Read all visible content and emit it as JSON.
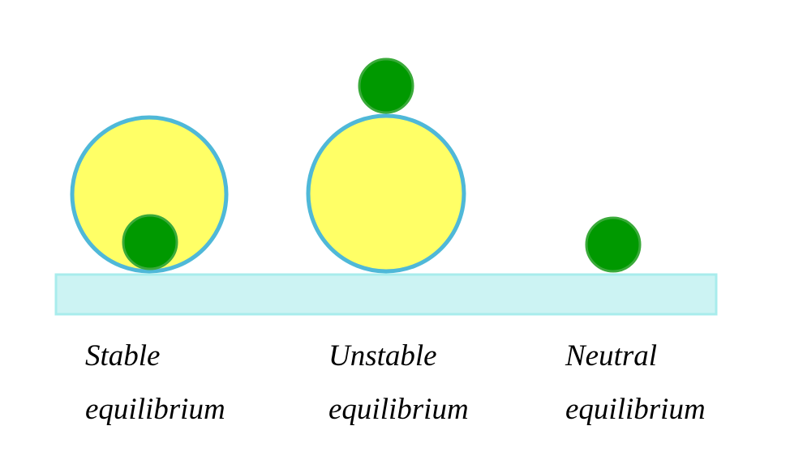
{
  "colors": {
    "large_ball_fill": "#ffff66",
    "large_ball_stroke": "#4fb8d8",
    "small_ball_fill": "#009900",
    "small_ball_stroke": "#3aaa3a",
    "surface_fill": "#ccf3f3",
    "surface_stroke": "#a8ecec"
  },
  "labels": [
    {
      "line1": "Stable",
      "line2": "equilibrium"
    },
    {
      "line1": "Unstable",
      "line2": "equilibrium"
    },
    {
      "line1": "Neutral",
      "line2": "equilibrium"
    }
  ]
}
